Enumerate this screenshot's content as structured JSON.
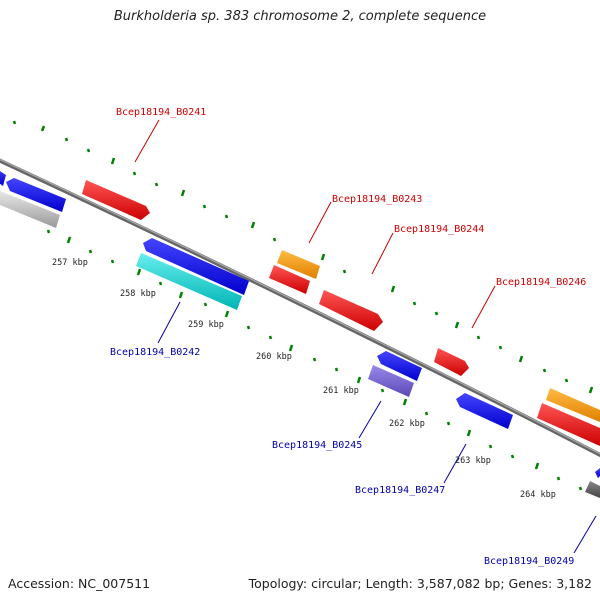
{
  "header": {
    "title": "Burkholderia sp. 383 chromosome 2, complete sequence"
  },
  "footer": {
    "accession": "Accession: NC_007511",
    "summary": "Topology: circular; Length: 3,587,082 bp; Genes: 3,182"
  },
  "colors": {
    "forward_label": "#cc0000",
    "reverse_label": "#0000aa",
    "backbone": "#777777",
    "ticks": "#008000"
  },
  "scale": {
    "tick_labels": [
      "257 kbp",
      "258 kbp",
      "259 kbp",
      "260 kbp",
      "261 kbp",
      "262 kbp",
      "263 kbp",
      "264 kbp"
    ]
  },
  "forward_labels": [
    "Bcep18194_B0241",
    "Bcep18194_B0243",
    "Bcep18194_B0244",
    "Bcep18194_B0246"
  ],
  "reverse_labels": [
    "Bcep18194_B0242",
    "Bcep18194_B0245",
    "Bcep18194_B0247",
    "Bcep18194_B0249"
  ]
}
